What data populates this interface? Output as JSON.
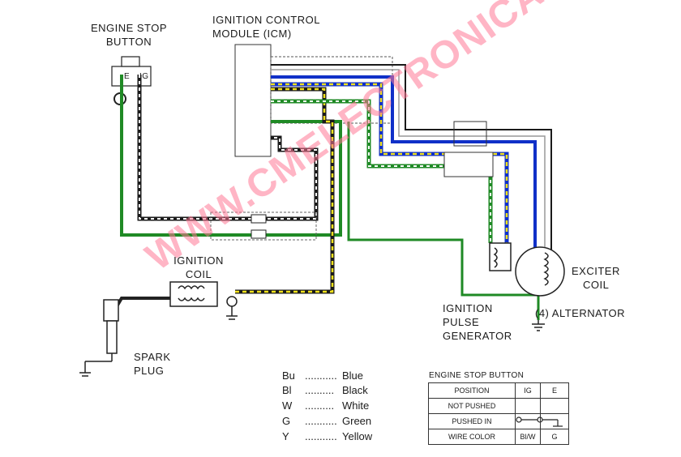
{
  "labels": {
    "engine_stop_button": [
      "ENGINE STOP",
      "BUTTON"
    ],
    "icm": [
      "IGNITION CONTROL",
      "MODULE (ICM)"
    ],
    "ignition_coil": [
      "IGNITION",
      "COIL"
    ],
    "spark_plug": [
      "SPARK",
      "PLUG"
    ],
    "exciter_coil": [
      "EXCITER",
      "COIL"
    ],
    "alternator": "(4) ALTERNATOR",
    "ignition_pulse_generator": [
      "IGNITION",
      "PULSE",
      "GENERATOR"
    ],
    "switch_terminals": [
      "E",
      "IG"
    ]
  },
  "legend": [
    {
      "abbr": "Bu",
      "dots": "...........",
      "name": "Blue"
    },
    {
      "abbr": "Bl",
      "dots": "..........",
      "name": "Black"
    },
    {
      "abbr": "W",
      "dots": "..........",
      "name": "White"
    },
    {
      "abbr": "G",
      "dots": "...........",
      "name": "Green"
    },
    {
      "abbr": "Y",
      "dots": "...........",
      "name": "Yellow"
    }
  ],
  "switch_table": {
    "title": "ENGINE STOP BUTTON",
    "header": {
      "position": "POSITION",
      "ig": "IG",
      "e": "E"
    },
    "rows": [
      {
        "position": "NOT PUSHED",
        "ig": "",
        "e": ""
      },
      {
        "position": "PUSHED IN",
        "ig": "",
        "e": ""
      },
      {
        "position": "WIRE COLOR",
        "ig": "Bl/W",
        "e": "G"
      }
    ]
  },
  "watermark": "WWW.CMELECTRONICA.COM.AR",
  "colors": {
    "blue": "#1030c8",
    "green": "#1f8a25",
    "yellow": "#f2e21c",
    "black": "#1a1a1a",
    "white": "#ffffff",
    "watermark": "#ff7896"
  }
}
